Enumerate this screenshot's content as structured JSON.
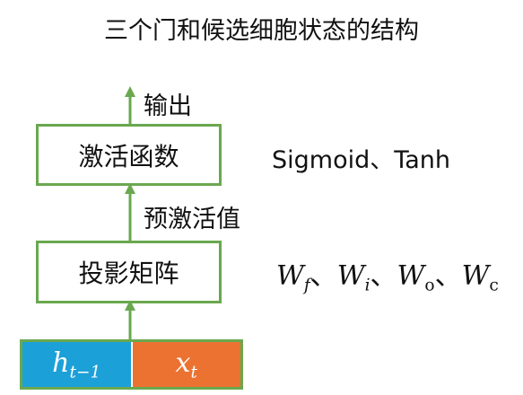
{
  "title": "三个门和候选细胞状态的结构",
  "boxes": {
    "activation": "激活函数",
    "projection": "投影矩阵"
  },
  "labels": {
    "output": "输出",
    "pre_activation": "预激活值",
    "activation_funcs": "Sigmoid、Tanh",
    "separator": "、"
  },
  "weights": [
    {
      "base": "W",
      "sub": "f"
    },
    {
      "base": "W",
      "sub": "i"
    },
    {
      "base": "W",
      "sub": "o"
    },
    {
      "base": "W",
      "sub": "c"
    }
  ],
  "inputs": {
    "h": {
      "base": "h",
      "sub": "t−1"
    },
    "x": {
      "base": "x",
      "sub": "t"
    }
  },
  "colors": {
    "box_border": "#6aa84f",
    "arrow": "#6aa84f",
    "h_cell": "#1ca0d8",
    "x_cell": "#ec7231"
  }
}
